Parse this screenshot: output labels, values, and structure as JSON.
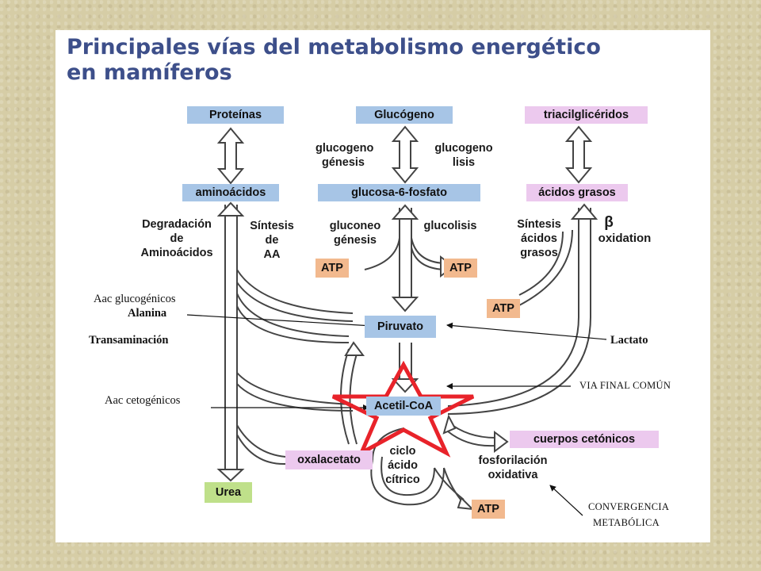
{
  "title": {
    "line1": "Principales vías del metabolismo energético",
    "line2": "en mamíferos"
  },
  "colors": {
    "title": "#3d4f8a",
    "blue_box": "#a7c5e6",
    "pink_box": "#ecc9ee",
    "orange_box": "#f2b98e",
    "green_box": "#bfe08a",
    "star": "#e8232a"
  },
  "boxes": {
    "proteinas": "Proteínas",
    "glucogeno": "Glucógeno",
    "triacilgliceridos": "triacilglicéridos",
    "aminoacidos": "aminoácidos",
    "glucosa6fosfato": "glucosa-6-fosfato",
    "acidos_grasos": "ácidos grasos",
    "atp_left": "ATP",
    "atp_mid": "ATP",
    "atp_right": "ATP",
    "atp_bottom": "ATP",
    "piruvato": "Piruvato",
    "acetil_coa": "Acetil-CoA",
    "cuerpos_cetonicos": "cuerpos cetónicos",
    "oxalacetato": "oxalacetato",
    "urea": "Urea"
  },
  "labels": {
    "glucogenogenesis": [
      "glucogeno",
      "génesis"
    ],
    "glucogenolisis": [
      "glucogeno",
      "lisis"
    ],
    "degradacion_aa": [
      "Degradación",
      "de",
      "Aminoácidos"
    ],
    "sintesis_aa": [
      "Síntesis",
      "de",
      "AA"
    ],
    "gluconeogenesis": [
      "gluconeo",
      "génesis"
    ],
    "glucolisis": "glucolisis",
    "sintesis_acidos_grasos": [
      "Síntesis",
      "ácidos",
      "grasos"
    ],
    "beta_oxidation": [
      "β",
      "oxidation"
    ],
    "ciclo_acido_citrico": [
      "ciclo",
      "ácido",
      "cítrico"
    ],
    "fosforilacion_oxidativa": [
      "fosforilación",
      "oxidativa"
    ]
  },
  "annotations": {
    "aac_glucogenicos": "Aac glucogénicos",
    "alanina": "Alanina",
    "transaminacion": "Transaminación",
    "lactato": "Lactato",
    "via_final_comun": "VIA  FINAL COMÚN",
    "aac_cetogenicos": "Aac cetogénicos",
    "convergencia": [
      "CONVERGENCIA",
      "METABÓLICA"
    ]
  }
}
